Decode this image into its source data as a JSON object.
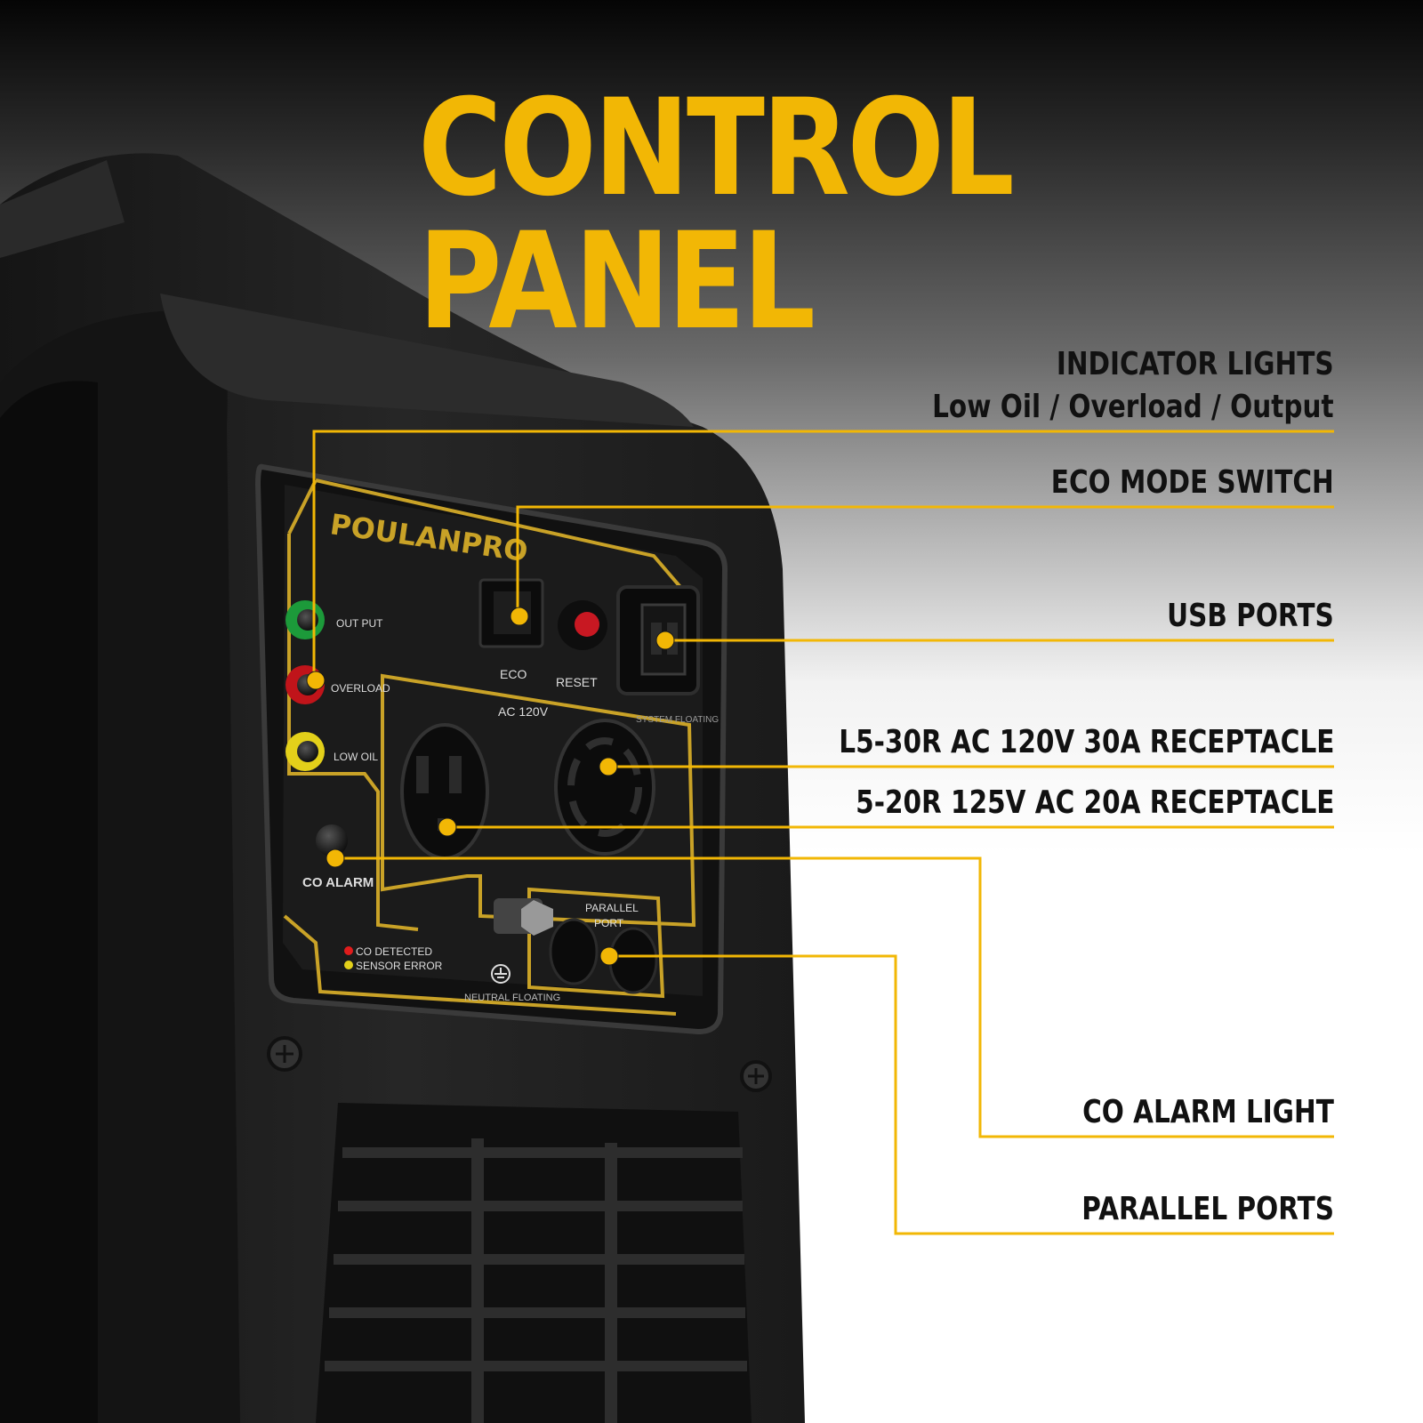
{
  "headline": "CONTROL PANEL",
  "colors": {
    "accent": "#f2b705",
    "generator_body": "#1f1f1f",
    "text": "#111111"
  },
  "panel": {
    "brand": "POULANPRO",
    "led_output": "OUT PUT",
    "led_overload": "OVERLOAD",
    "led_low_oil": "LOW OIL",
    "eco": "ECO",
    "reset": "RESET",
    "ac": "AC 120V",
    "system_floating": "SYSTEM FLOATING",
    "co_alarm": "CO ALARM",
    "co_detected": "CO DETECTED",
    "sensor_error": "SENSOR ERROR",
    "parallel_port_1": "PARALLEL",
    "parallel_port_2": "PORT",
    "neutral_floating": "NEUTRAL FLOATING"
  },
  "callouts": {
    "indicator_lights": "INDICATOR LIGHTS",
    "indicator_lights_sub": "Low Oil / Overload / Output",
    "eco_mode_switch": "ECO MODE SWITCH",
    "usb_ports": "USB PORTS",
    "l5_30r": "L5-30R AC 120V 30A RECEPTACLE",
    "r5_20r": "5-20R 125V AC 20A RECEPTACLE",
    "co_alarm_light": "CO ALARM LIGHT",
    "parallel_ports": "PARALLEL PORTS"
  }
}
